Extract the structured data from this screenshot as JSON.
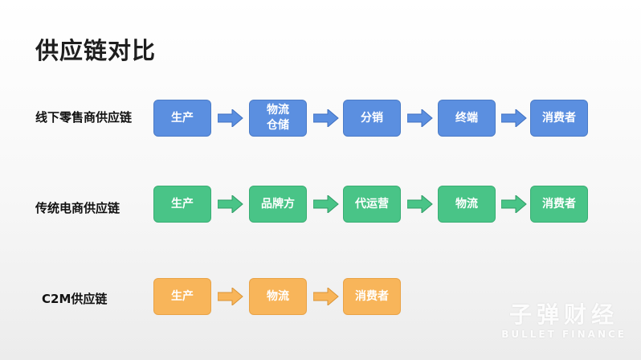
{
  "title": "供应链对比",
  "colors": {
    "blue": "#5b8fe0",
    "green": "#49c487",
    "orange": "#f8b55a"
  },
  "rows": [
    {
      "label": "线下零售商供应链",
      "steps": [
        "生产",
        "物流\n仓储",
        "分销",
        "终端",
        "消费者"
      ]
    },
    {
      "label": "传统电商供应链",
      "steps": [
        "生产",
        "品牌方",
        "代运营",
        "物流",
        "消费者"
      ]
    },
    {
      "label": "C2M供应链",
      "steps": [
        "生产",
        "物流",
        "消费者"
      ]
    }
  ],
  "watermark": {
    "cn": "子弹财经",
    "en": "BULLET FINANCE"
  }
}
